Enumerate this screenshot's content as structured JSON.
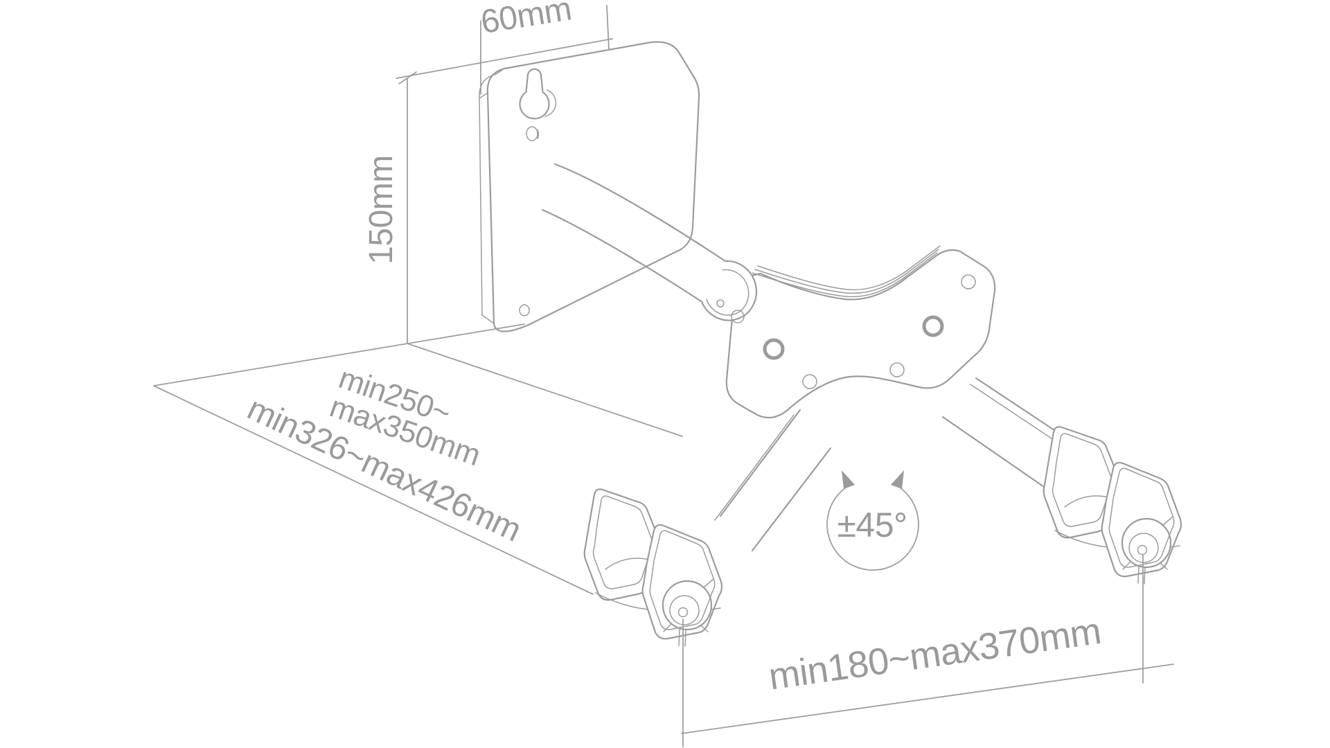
{
  "figure": {
    "type": "technical-drawing",
    "subject": "adjustable wall-mount bracket dimension diagram",
    "background_color": "#ffffff",
    "line_color": "#9b9b9b",
    "text_color": "#9a9a9a",
    "labels": {
      "plate_width": "60mm",
      "plate_height": "150mm",
      "wall_clearance_line1": "min250~",
      "wall_clearance_line2": "max350mm",
      "reach_range": "min326~max426mm",
      "tilt_range": "±45°",
      "arm_spread": "min180~max370mm"
    }
  }
}
